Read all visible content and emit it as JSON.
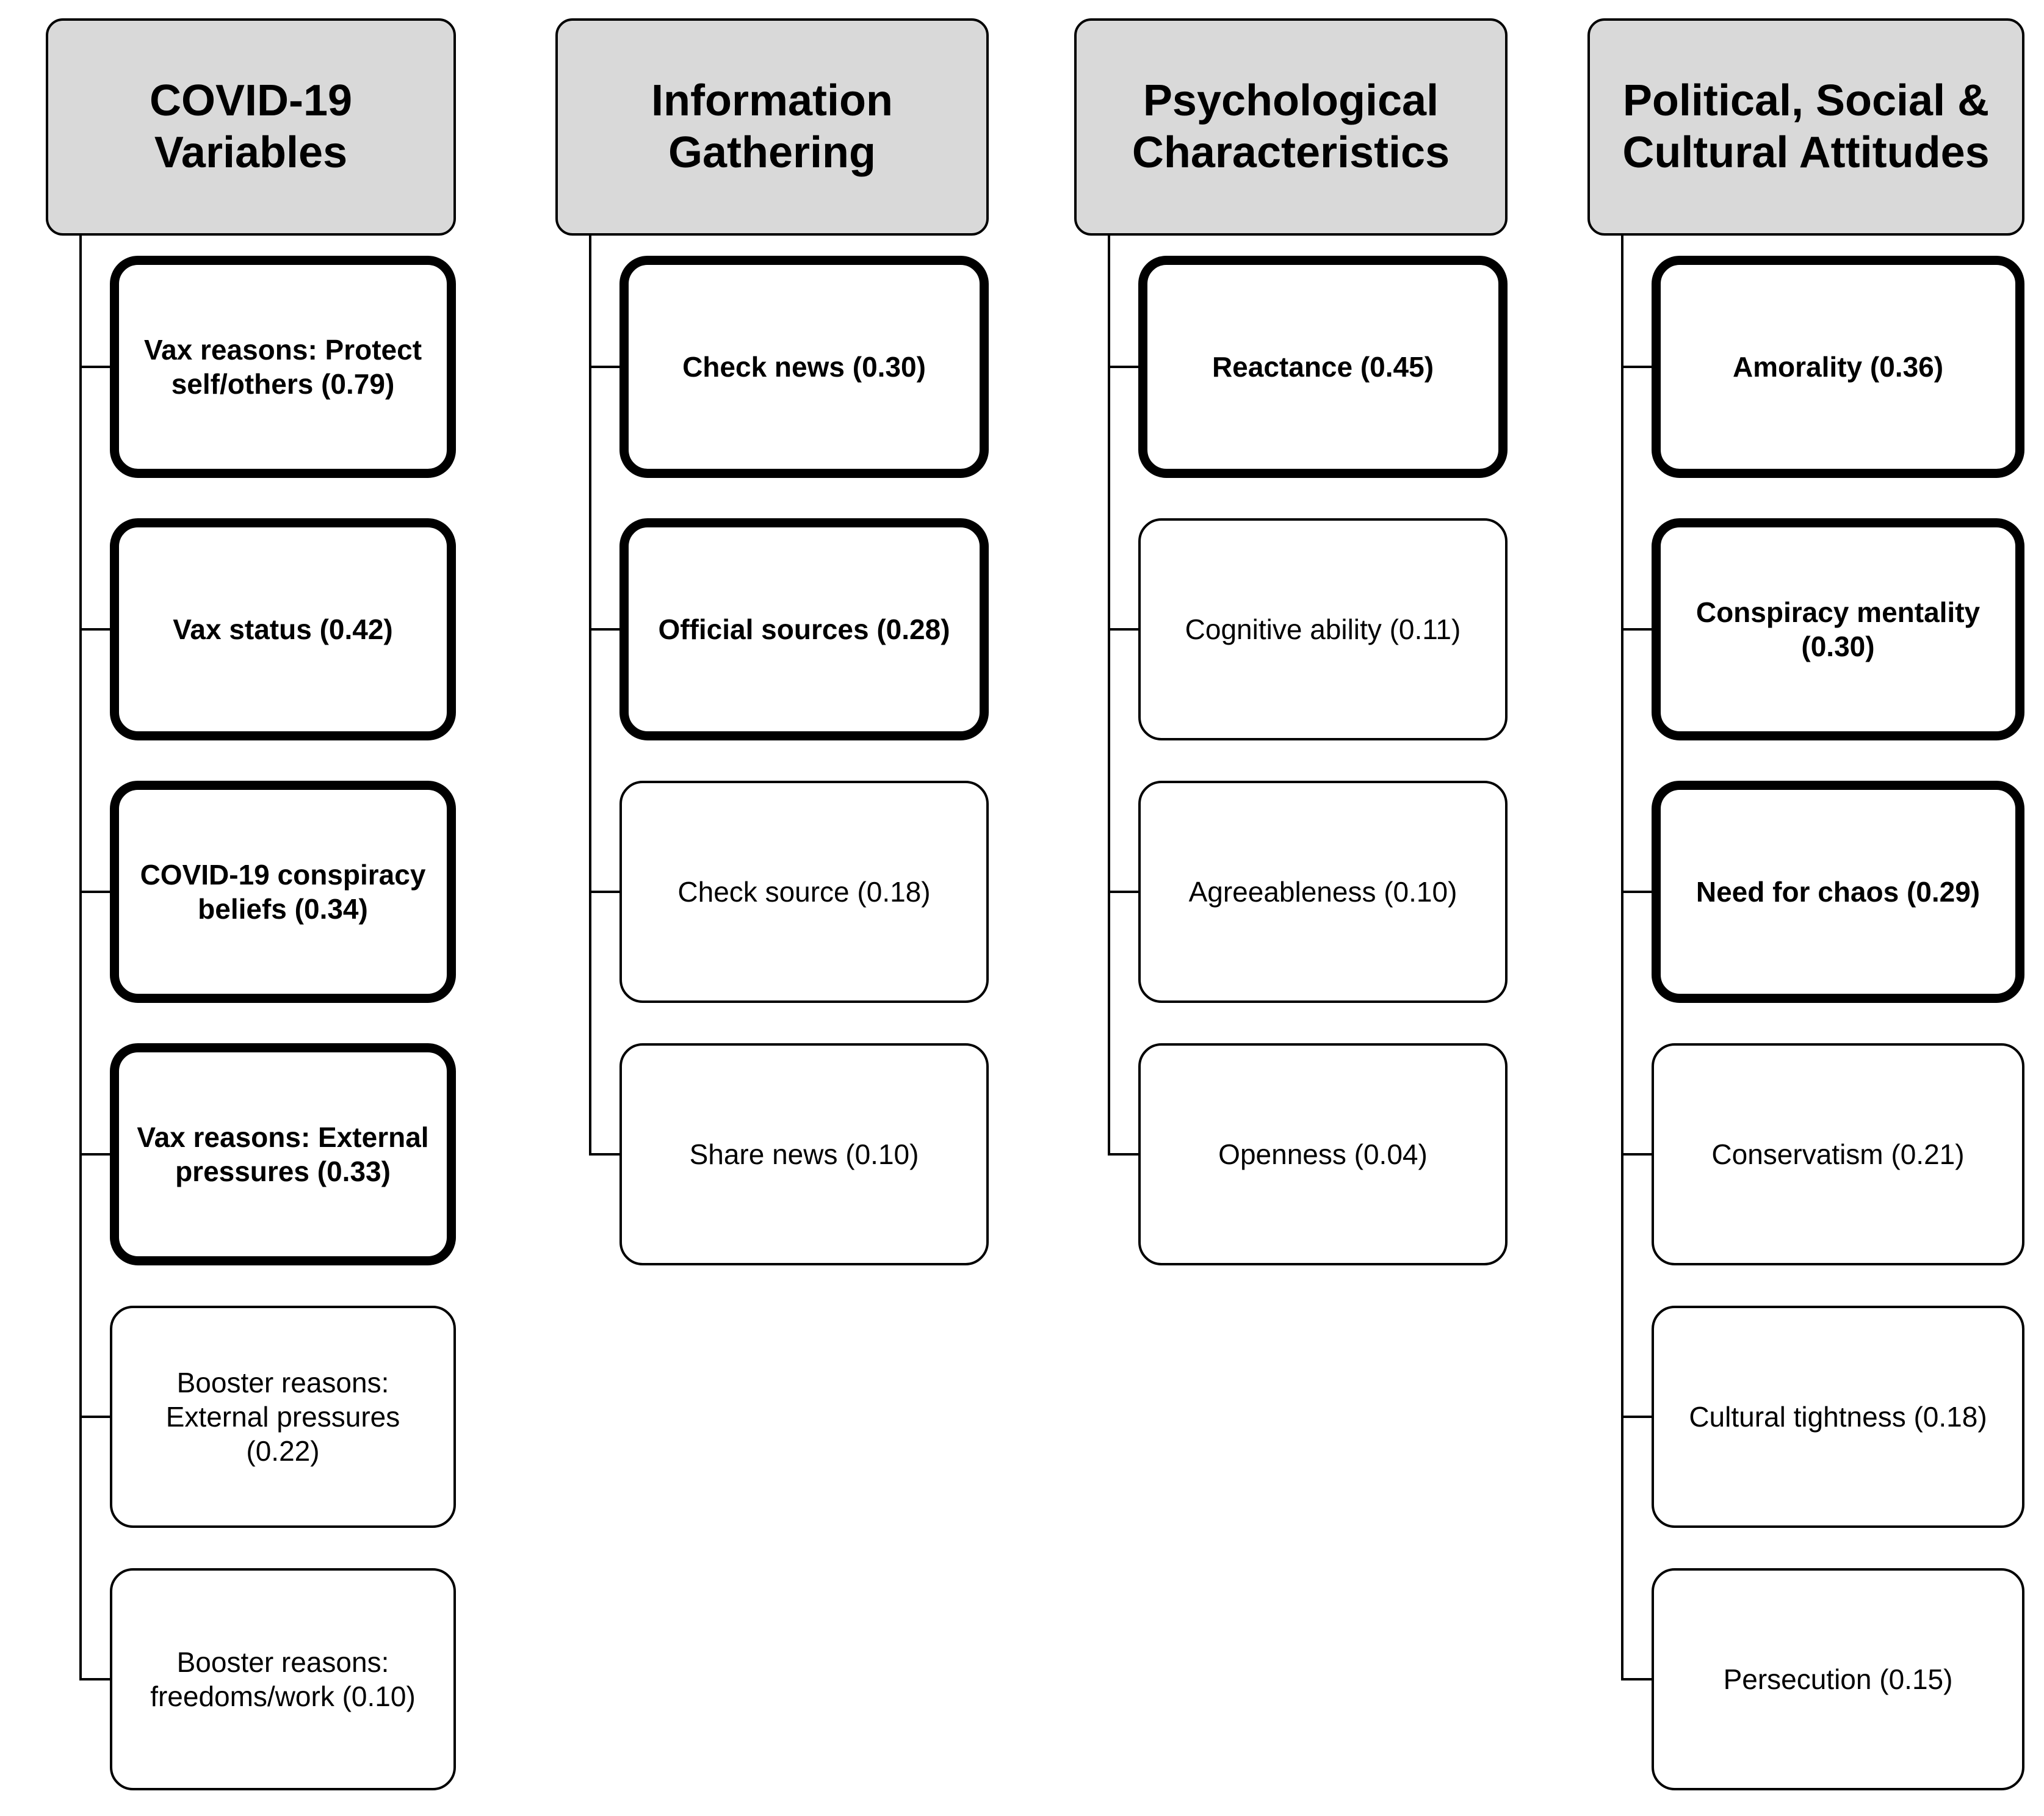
{
  "figure": {
    "colors": {
      "header_background": "#d9d9d9",
      "box_background": "#ffffff",
      "line_and_border": "#000000"
    },
    "columns": [
      {
        "header": "COVID-19 Variables",
        "items": [
          {
            "label": "Vax reasons: Protect self/others (0.79)",
            "value": 0.79,
            "emphasis": "strong"
          },
          {
            "label": "Vax status (0.42)",
            "value": 0.42,
            "emphasis": "strong"
          },
          {
            "label": "COVID-19 conspiracy beliefs (0.34)",
            "value": 0.34,
            "emphasis": "strong"
          },
          {
            "label": "Vax reasons: External pressures (0.33)",
            "value": 0.33,
            "emphasis": "strong"
          },
          {
            "label": "Booster reasons: External pressures (0.22)",
            "value": 0.22,
            "emphasis": "normal"
          },
          {
            "label": "Booster reasons: freedoms/work (0.10)",
            "value": 0.1,
            "emphasis": "normal"
          }
        ]
      },
      {
        "header": "Information Gathering",
        "items": [
          {
            "label": "Check news (0.30)",
            "value": 0.3,
            "emphasis": "strong"
          },
          {
            "label": "Official sources (0.28)",
            "value": 0.28,
            "emphasis": "strong"
          },
          {
            "label": "Check source (0.18)",
            "value": 0.18,
            "emphasis": "normal"
          },
          {
            "label": "Share news (0.10)",
            "value": 0.1,
            "emphasis": "normal"
          }
        ]
      },
      {
        "header": "Psychological Characteristics",
        "items": [
          {
            "label": "Reactance (0.45)",
            "value": 0.45,
            "emphasis": "strong"
          },
          {
            "label": "Cognitive ability (0.11)",
            "value": 0.11,
            "emphasis": "normal"
          },
          {
            "label": "Agreeableness (0.10)",
            "value": 0.1,
            "emphasis": "normal"
          },
          {
            "label": "Openness (0.04)",
            "value": 0.04,
            "emphasis": "normal"
          }
        ]
      },
      {
        "header": "Political, Social & Cultural Attitudes",
        "items": [
          {
            "label": "Amorality (0.36)",
            "value": 0.36,
            "emphasis": "strong"
          },
          {
            "label": "Conspiracy mentality (0.30)",
            "value": 0.3,
            "emphasis": "strong"
          },
          {
            "label": "Need for chaos (0.29)",
            "value": 0.29,
            "emphasis": "strong"
          },
          {
            "label": "Conservatism (0.21)",
            "value": 0.21,
            "emphasis": "normal"
          },
          {
            "label": "Cultural tightness (0.18)",
            "value": 0.18,
            "emphasis": "normal"
          },
          {
            "label": "Persecution (0.15)",
            "value": 0.15,
            "emphasis": "normal"
          }
        ]
      }
    ]
  }
}
